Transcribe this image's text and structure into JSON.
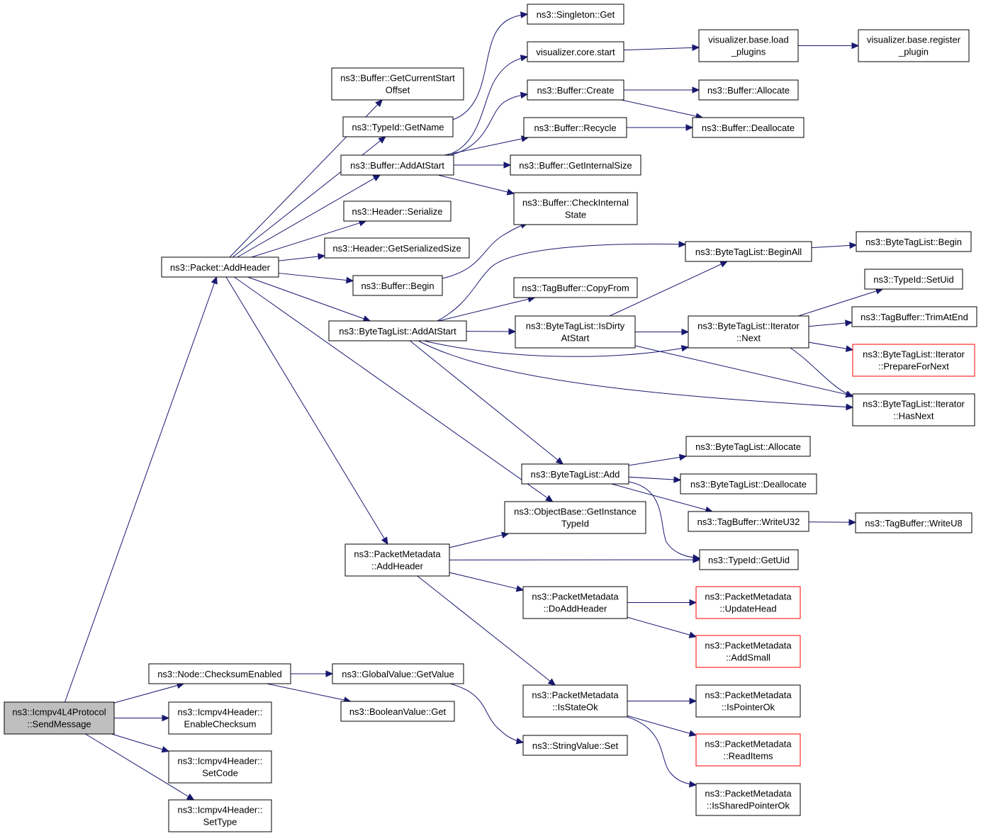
{
  "nodes": [
    {
      "id": "root",
      "lines": [
        "ns3::Icmpv4L4Protocol",
        "::SendMessage"
      ],
      "style": "root"
    },
    {
      "id": "packet_addheader",
      "lines": [
        "ns3::Packet::AddHeader"
      ]
    },
    {
      "id": "node_checksum",
      "lines": [
        "ns3::Node::ChecksumEnabled"
      ]
    },
    {
      "id": "icmp_enablechecksum",
      "lines": [
        "ns3::Icmpv4Header::",
        "EnableChecksum"
      ]
    },
    {
      "id": "icmp_setcode",
      "lines": [
        "ns3::Icmpv4Header::",
        "SetCode"
      ]
    },
    {
      "id": "icmp_settype",
      "lines": [
        "ns3::Icmpv4Header::",
        "SetType"
      ]
    },
    {
      "id": "buf_getcurrentstart",
      "lines": [
        "ns3::Buffer::GetCurrentStart",
        "Offset"
      ]
    },
    {
      "id": "typeid_getname",
      "lines": [
        "ns3::TypeId::GetName"
      ]
    },
    {
      "id": "buf_addatstart",
      "lines": [
        "ns3::Buffer::AddAtStart"
      ]
    },
    {
      "id": "header_serialize",
      "lines": [
        "ns3::Header::Serialize"
      ]
    },
    {
      "id": "header_getserializedsize",
      "lines": [
        "ns3::Header::GetSerializedSize"
      ]
    },
    {
      "id": "buf_begin",
      "lines": [
        "ns3::Buffer::Begin"
      ]
    },
    {
      "id": "btl_addatstart",
      "lines": [
        "ns3::ByteTagList::AddAtStart"
      ]
    },
    {
      "id": "pm_addheader",
      "lines": [
        "ns3::PacketMetadata",
        "::AddHeader"
      ]
    },
    {
      "id": "globalvalue_getvalue",
      "lines": [
        "ns3::GlobalValue::GetValue"
      ]
    },
    {
      "id": "booleanvalue_get",
      "lines": [
        "ns3::BooleanValue::Get"
      ]
    },
    {
      "id": "singleton_get",
      "lines": [
        "ns3::Singleton::Get"
      ]
    },
    {
      "id": "viz_core_start",
      "lines": [
        "visualizer.core.start"
      ]
    },
    {
      "id": "buf_create",
      "lines": [
        "ns3::Buffer::Create"
      ]
    },
    {
      "id": "buf_recycle",
      "lines": [
        "ns3::Buffer::Recycle"
      ]
    },
    {
      "id": "buf_getinternalsize",
      "lines": [
        "ns3::Buffer::GetInternalSize"
      ]
    },
    {
      "id": "buf_checkinternalstate",
      "lines": [
        "ns3::Buffer::CheckInternal",
        "State"
      ]
    },
    {
      "id": "tagbuffer_copyfrom",
      "lines": [
        "ns3::TagBuffer::CopyFrom"
      ]
    },
    {
      "id": "btl_isdirtyatstart",
      "lines": [
        "ns3::ByteTagList::IsDirty",
        "AtStart"
      ]
    },
    {
      "id": "btl_add",
      "lines": [
        "ns3::ByteTagList::Add"
      ]
    },
    {
      "id": "objbase_getinstancetypeid",
      "lines": [
        "ns3::ObjectBase::GetInstance",
        "TypeId"
      ]
    },
    {
      "id": "pm_doaddheader",
      "lines": [
        "ns3::PacketMetadata",
        "::DoAddHeader"
      ]
    },
    {
      "id": "pm_isstateok",
      "lines": [
        "ns3::PacketMetadata",
        "::IsStateOk"
      ]
    },
    {
      "id": "stringvalue_set",
      "lines": [
        "ns3::StringValue::Set"
      ]
    },
    {
      "id": "viz_base_loadplugins",
      "lines": [
        "visualizer.base.load",
        "_plugins"
      ]
    },
    {
      "id": "buf_allocate",
      "lines": [
        "ns3::Buffer::Allocate"
      ]
    },
    {
      "id": "buf_deallocate",
      "lines": [
        "ns3::Buffer::Deallocate"
      ]
    },
    {
      "id": "btl_beginall",
      "lines": [
        "ns3::ByteTagList::BeginAll"
      ]
    },
    {
      "id": "btl_iter_next",
      "lines": [
        "ns3::ByteTagList::Iterator",
        "::Next"
      ]
    },
    {
      "id": "btl_allocate",
      "lines": [
        "ns3::ByteTagList::Allocate"
      ]
    },
    {
      "id": "btl_deallocate",
      "lines": [
        "ns3::ByteTagList::Deallocate"
      ]
    },
    {
      "id": "tagbuffer_writeu32",
      "lines": [
        "ns3::TagBuffer::WriteU32"
      ]
    },
    {
      "id": "typeid_getuid",
      "lines": [
        "ns3::TypeId::GetUid"
      ]
    },
    {
      "id": "pm_updatehead",
      "lines": [
        "ns3::PacketMetadata",
        "::UpdateHead"
      ],
      "style": "red"
    },
    {
      "id": "pm_addsmall",
      "lines": [
        "ns3::PacketMetadata",
        "::AddSmall"
      ],
      "style": "red"
    },
    {
      "id": "pm_ispointerok",
      "lines": [
        "ns3::PacketMetadata",
        "::IsPointerOk"
      ]
    },
    {
      "id": "pm_readitems",
      "lines": [
        "ns3::PacketMetadata",
        "::ReadItems"
      ],
      "style": "red"
    },
    {
      "id": "pm_issharedpointerok",
      "lines": [
        "ns3::PacketMetadata",
        "::IsSharedPointerOk"
      ]
    },
    {
      "id": "viz_base_registerplugin",
      "lines": [
        "visualizer.base.register",
        "_plugin"
      ]
    },
    {
      "id": "btl_begin",
      "lines": [
        "ns3::ByteTagList::Begin"
      ]
    },
    {
      "id": "typeid_setuid",
      "lines": [
        "ns3::TypeId::SetUid"
      ]
    },
    {
      "id": "tagbuffer_trimatend",
      "lines": [
        "ns3::TagBuffer::TrimAtEnd"
      ]
    },
    {
      "id": "btl_iter_preparefornext",
      "lines": [
        "ns3::ByteTagList::Iterator",
        "::PrepareForNext"
      ],
      "style": "red"
    },
    {
      "id": "btl_iter_hasnext",
      "lines": [
        "ns3::ByteTagList::Iterator",
        "::HasNext"
      ]
    },
    {
      "id": "tagbuffer_writeu8",
      "lines": [
        "ns3::TagBuffer::WriteU8"
      ]
    }
  ],
  "edges": [
    [
      "root",
      "packet_addheader"
    ],
    [
      "root",
      "node_checksum"
    ],
    [
      "root",
      "icmp_enablechecksum"
    ],
    [
      "root",
      "icmp_setcode"
    ],
    [
      "root",
      "icmp_settype"
    ],
    [
      "packet_addheader",
      "buf_getcurrentstart"
    ],
    [
      "packet_addheader",
      "typeid_getname"
    ],
    [
      "packet_addheader",
      "buf_addatstart"
    ],
    [
      "packet_addheader",
      "header_serialize"
    ],
    [
      "packet_addheader",
      "header_getserializedsize"
    ],
    [
      "packet_addheader",
      "buf_begin"
    ],
    [
      "packet_addheader",
      "btl_addatstart"
    ],
    [
      "packet_addheader",
      "objbase_getinstancetypeid"
    ],
    [
      "packet_addheader",
      "pm_addheader"
    ],
    [
      "node_checksum",
      "globalvalue_getvalue"
    ],
    [
      "node_checksum",
      "booleanvalue_get"
    ],
    [
      "globalvalue_getvalue",
      "stringvalue_set"
    ],
    [
      "typeid_getname",
      "singleton_get"
    ],
    [
      "buf_addatstart",
      "viz_core_start"
    ],
    [
      "buf_addatstart",
      "buf_create"
    ],
    [
      "buf_addatstart",
      "buf_recycle"
    ],
    [
      "buf_addatstart",
      "buf_getinternalsize"
    ],
    [
      "buf_addatstart",
      "buf_checkinternalstate"
    ],
    [
      "buf_begin",
      "buf_checkinternalstate"
    ],
    [
      "viz_core_start",
      "viz_base_loadplugins"
    ],
    [
      "viz_base_loadplugins",
      "viz_base_registerplugin"
    ],
    [
      "buf_create",
      "buf_allocate"
    ],
    [
      "buf_create",
      "buf_deallocate"
    ],
    [
      "buf_recycle",
      "buf_deallocate"
    ],
    [
      "btl_addatstart",
      "btl_beginall"
    ],
    [
      "btl_addatstart",
      "tagbuffer_copyfrom"
    ],
    [
      "btl_addatstart",
      "btl_isdirtyatstart"
    ],
    [
      "btl_addatstart",
      "btl_iter_next"
    ],
    [
      "btl_addatstart",
      "btl_iter_hasnext"
    ],
    [
      "btl_addatstart",
      "btl_add"
    ],
    [
      "btl_isdirtyatstart",
      "btl_beginall"
    ],
    [
      "btl_isdirtyatstart",
      "btl_iter_next"
    ],
    [
      "btl_isdirtyatstart",
      "btl_iter_hasnext"
    ],
    [
      "btl_beginall",
      "btl_begin"
    ],
    [
      "btl_iter_next",
      "typeid_setuid"
    ],
    [
      "btl_iter_next",
      "tagbuffer_trimatend"
    ],
    [
      "btl_iter_next",
      "btl_iter_preparefornext"
    ],
    [
      "btl_iter_next",
      "btl_iter_hasnext"
    ],
    [
      "btl_add",
      "btl_allocate"
    ],
    [
      "btl_add",
      "btl_deallocate"
    ],
    [
      "btl_add",
      "tagbuffer_writeu32"
    ],
    [
      "btl_add",
      "typeid_getuid"
    ],
    [
      "tagbuffer_writeu32",
      "tagbuffer_writeu8"
    ],
    [
      "pm_addheader",
      "objbase_getinstancetypeid"
    ],
    [
      "pm_addheader",
      "typeid_getuid"
    ],
    [
      "pm_addheader",
      "pm_doaddheader"
    ],
    [
      "pm_addheader",
      "pm_isstateok"
    ],
    [
      "pm_doaddheader",
      "pm_updatehead"
    ],
    [
      "pm_doaddheader",
      "pm_addsmall"
    ],
    [
      "pm_isstateok",
      "pm_ispointerok"
    ],
    [
      "pm_isstateok",
      "pm_readitems"
    ],
    [
      "pm_isstateok",
      "pm_issharedpointerok"
    ]
  ],
  "colors": {
    "edge": "#191970",
    "root_fill": "#bfbfbf",
    "node_border": "#000000",
    "highlight_border": "#ff0000"
  }
}
